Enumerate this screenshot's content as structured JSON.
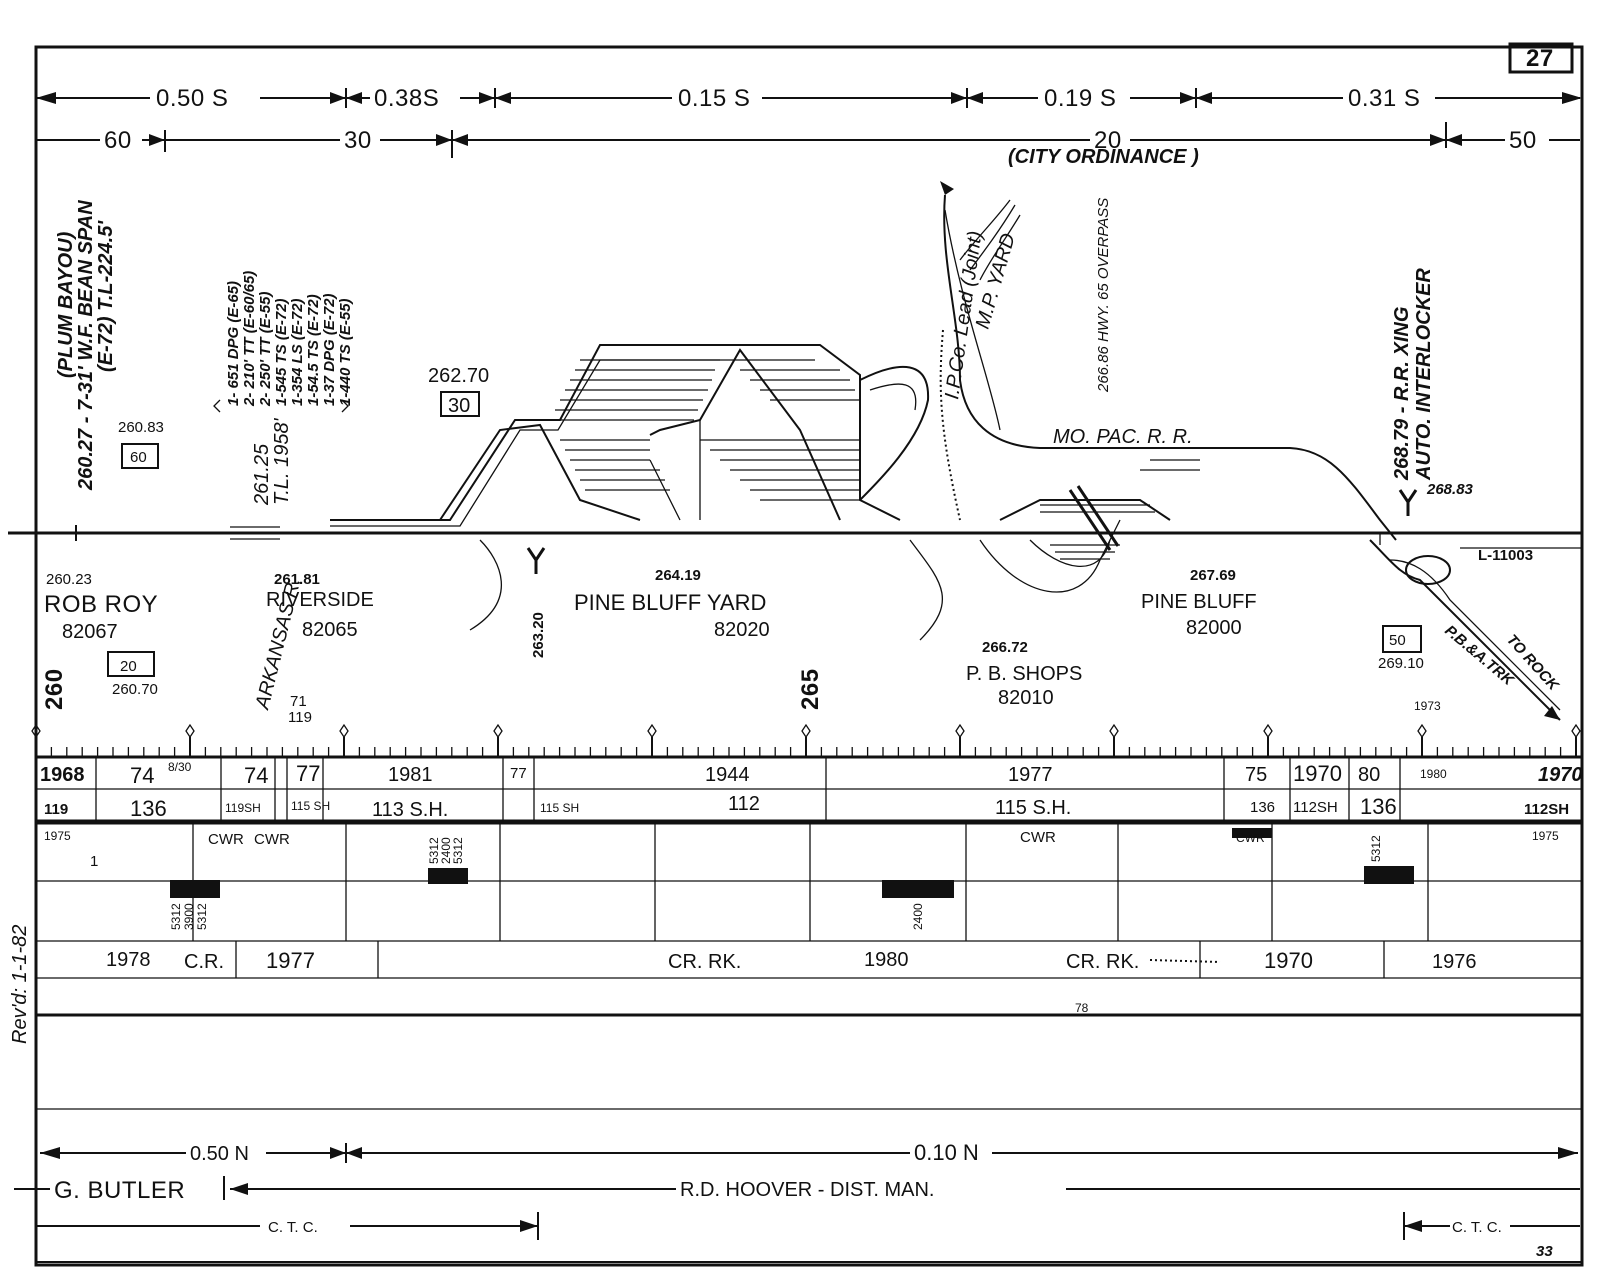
{
  "sheet_number": "27",
  "page_number": "33",
  "revised": "Rev'd: 1-1-82",
  "speed_row": {
    "segments": [
      "0.50 S",
      "0.38S",
      "0.15 S",
      "0.19 S",
      "0.31 S"
    ],
    "limits": [
      "60",
      "30",
      "20",
      "50"
    ],
    "note": "(CITY ORDINANCE )"
  },
  "bridges": {
    "plum_bayou": "(PLUM BAYOU)",
    "plum_detail": "260.27 - 7-31' W.F. BEAN SPAN",
    "plum_detail2": "(E-72) T.L-224.5'",
    "arkansas_mp": "261.25",
    "arkansas_tl": "T.L. 1958'",
    "arkansas_spans": [
      "1- 651 DPG (E-65)",
      "2- 210' TT (E-60/65)",
      "2- 250' TT (E-55)",
      "1-545 TS (E-72)",
      "1-354 LS (E-72)",
      "1-54.5 TS (E-72)",
      "1-37 DPG (E-72)",
      "1-440 TS (E-55)"
    ],
    "arkansas_river": "ARKANSAS R."
  },
  "signs": {
    "s_260_83": "260.83",
    "s_260_83_v": "60",
    "s_262_70": "262.70",
    "s_262_70_v": "30",
    "s_260_70": "260.70",
    "s_260_70_v": "20",
    "s_269_10": "269.10",
    "s_269_10_v": "50"
  },
  "labels": {
    "ip_lead": "I.P.Co. Lead (Joint)",
    "mp_yard": "M.P. YARD",
    "hwy_overpass": "266.86  HWY. 65 OVERPASS",
    "mopac": "MO. PAC. R. R.",
    "rr_xing": "268.79 - R.R. XING",
    "interlocker": "AUTO. INTERLOCKER",
    "wye_268": "268.83",
    "wye_263": "263.20",
    "l_code": "L-11003",
    "pba_trk": "P.B.&A.TRK",
    "to_rock": "TO ROCK"
  },
  "stations": [
    {
      "mp": "260.23",
      "name": "ROB ROY",
      "code": "82067"
    },
    {
      "mp": "261.81",
      "name": "RIVERSIDE",
      "code": "82065"
    },
    {
      "mp": "264.19",
      "name": "PINE BLUFF YARD",
      "code": "82020"
    },
    {
      "mp": "266.72",
      "name": "P. B. SHOPS",
      "code": "82010"
    },
    {
      "mp": "267.69",
      "name": "PINE BLUFF",
      "code": "82000"
    }
  ],
  "mileposts": {
    "mp260": "260",
    "mp265": "265"
  },
  "scale_marks": {
    "r71": "71",
    "r119": "119",
    "r1973": "1973"
  },
  "rail_year": [
    "1968",
    "74",
    "8/30",
    "74",
    "77",
    "1981",
    "77",
    "1944",
    "1977",
    "75",
    "1970",
    "80",
    "1980",
    "1970"
  ],
  "rail_weight": [
    "119",
    "136",
    "119SH",
    "115 SH",
    "113 S.H.",
    "115 SH",
    "112",
    "115 S.H.",
    "136",
    "112SH",
    "136",
    "112SH"
  ],
  "cwr_row": {
    "y1975a": "1975",
    "cwra": "CWR",
    "cwrb": "CWR",
    "cwrc": "CWR",
    "cwrd": "CWR",
    "y1975b": "1975",
    "one": "1"
  },
  "ties": {
    "a": "5312",
    "b": "3900",
    "c": "5312",
    "d": "5312",
    "e": "2400",
    "f": "5312",
    "g": "2400",
    "h": "5312"
  },
  "ballast_row": [
    "1978",
    "C.R.",
    "1977",
    "CR. RK.",
    "1980",
    "CR. RK.",
    "1970",
    "1976"
  ],
  "small78": "78",
  "bottom": {
    "n1": "0.50 N",
    "n2": "0.10 N",
    "butler": "G. BUTLER",
    "hoover": "R.D. HOOVER  -  DIST. MAN.",
    "ctc_a": "C. T. C.",
    "ctc_b": "C. T. C."
  }
}
